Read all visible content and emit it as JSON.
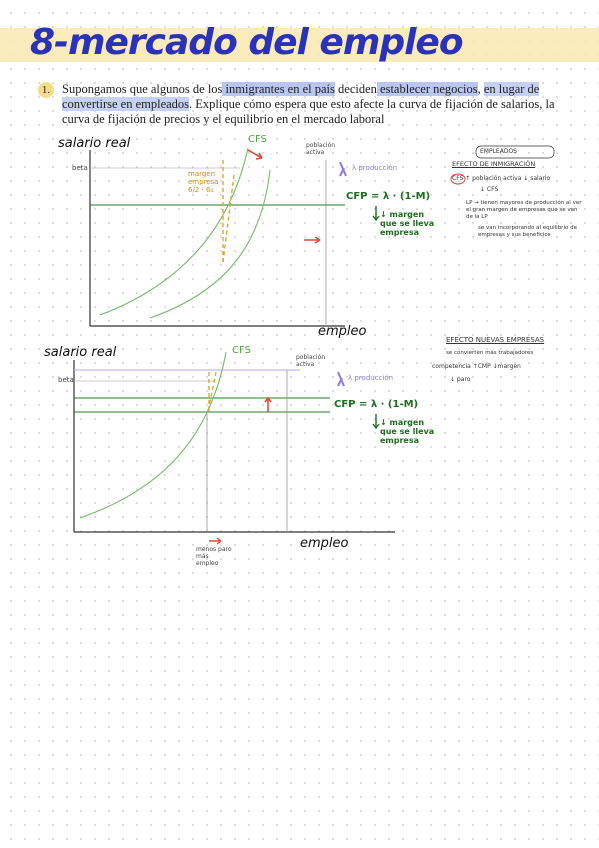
{
  "header": {
    "title": "8-mercado del empleo",
    "band_color": "#f9e7b0",
    "title_color": "#2a32b8"
  },
  "question": {
    "number": "1.",
    "seg1": "Supongamos que algunos de los",
    "seg2_hl": " inmigrantes en el país",
    "seg3": " deciden",
    "seg4_hl": " establecer negocios",
    "seg5": ", ",
    "seg6_hl": "en lugar de convertirse en empleados",
    "seg7": ". Explique cómo espera que esto afecte la curva de fijación de salarios, la curva de fijación de precios y el equilibrio en el mercado laboral"
  },
  "graph1": {
    "y_label": "salario real",
    "x_label": "empleo",
    "tick_label": "beta",
    "cfs_label": "CFS",
    "cfp_label": "CFP = λ · (1-M)",
    "pop_note": "población activa",
    "prod_note": "λ producción",
    "margin_note": "↓ margen que se lleva empresa",
    "orange_note": "margen empresa 6/2 · 6₄"
  },
  "graph2": {
    "y_label": "salario real",
    "x_label": "empleo",
    "tick_label": "beta",
    "cfs_label": "CFS",
    "cfp_label": "CFP = λ · (1-M)",
    "pop_note": "población activa",
    "prod_note": "λ producción",
    "margin_note": "↓ margen que se lleva empresa",
    "bottom_note": "menos paro más empleo"
  },
  "notes1": {
    "line1": "EMPLEADOS",
    "line2": "EFECTO DE INMIGRACIÓN",
    "line3": "CFS ↑ población activa ↓ salario",
    "line4": "↓ CFS",
    "line5": "LP → tienen mayores de producción al ver el gran margen de empresas que se van de la LP",
    "line6": "se van incorporando al equilibrio de empresas y sus beneficios"
  },
  "notes2": {
    "line1": "EFECTO NUEVAS EMPRESAS",
    "line2": "se convierten más trabajadores",
    "line3": "competencia ↑CMP ↓margen",
    "line4": "↓ paro"
  },
  "colors": {
    "green": "#1f6d1f",
    "curve": "#76b86a",
    "red": "#e04a3a",
    "purple": "#8e7cd6",
    "orange": "#e0a72a"
  }
}
